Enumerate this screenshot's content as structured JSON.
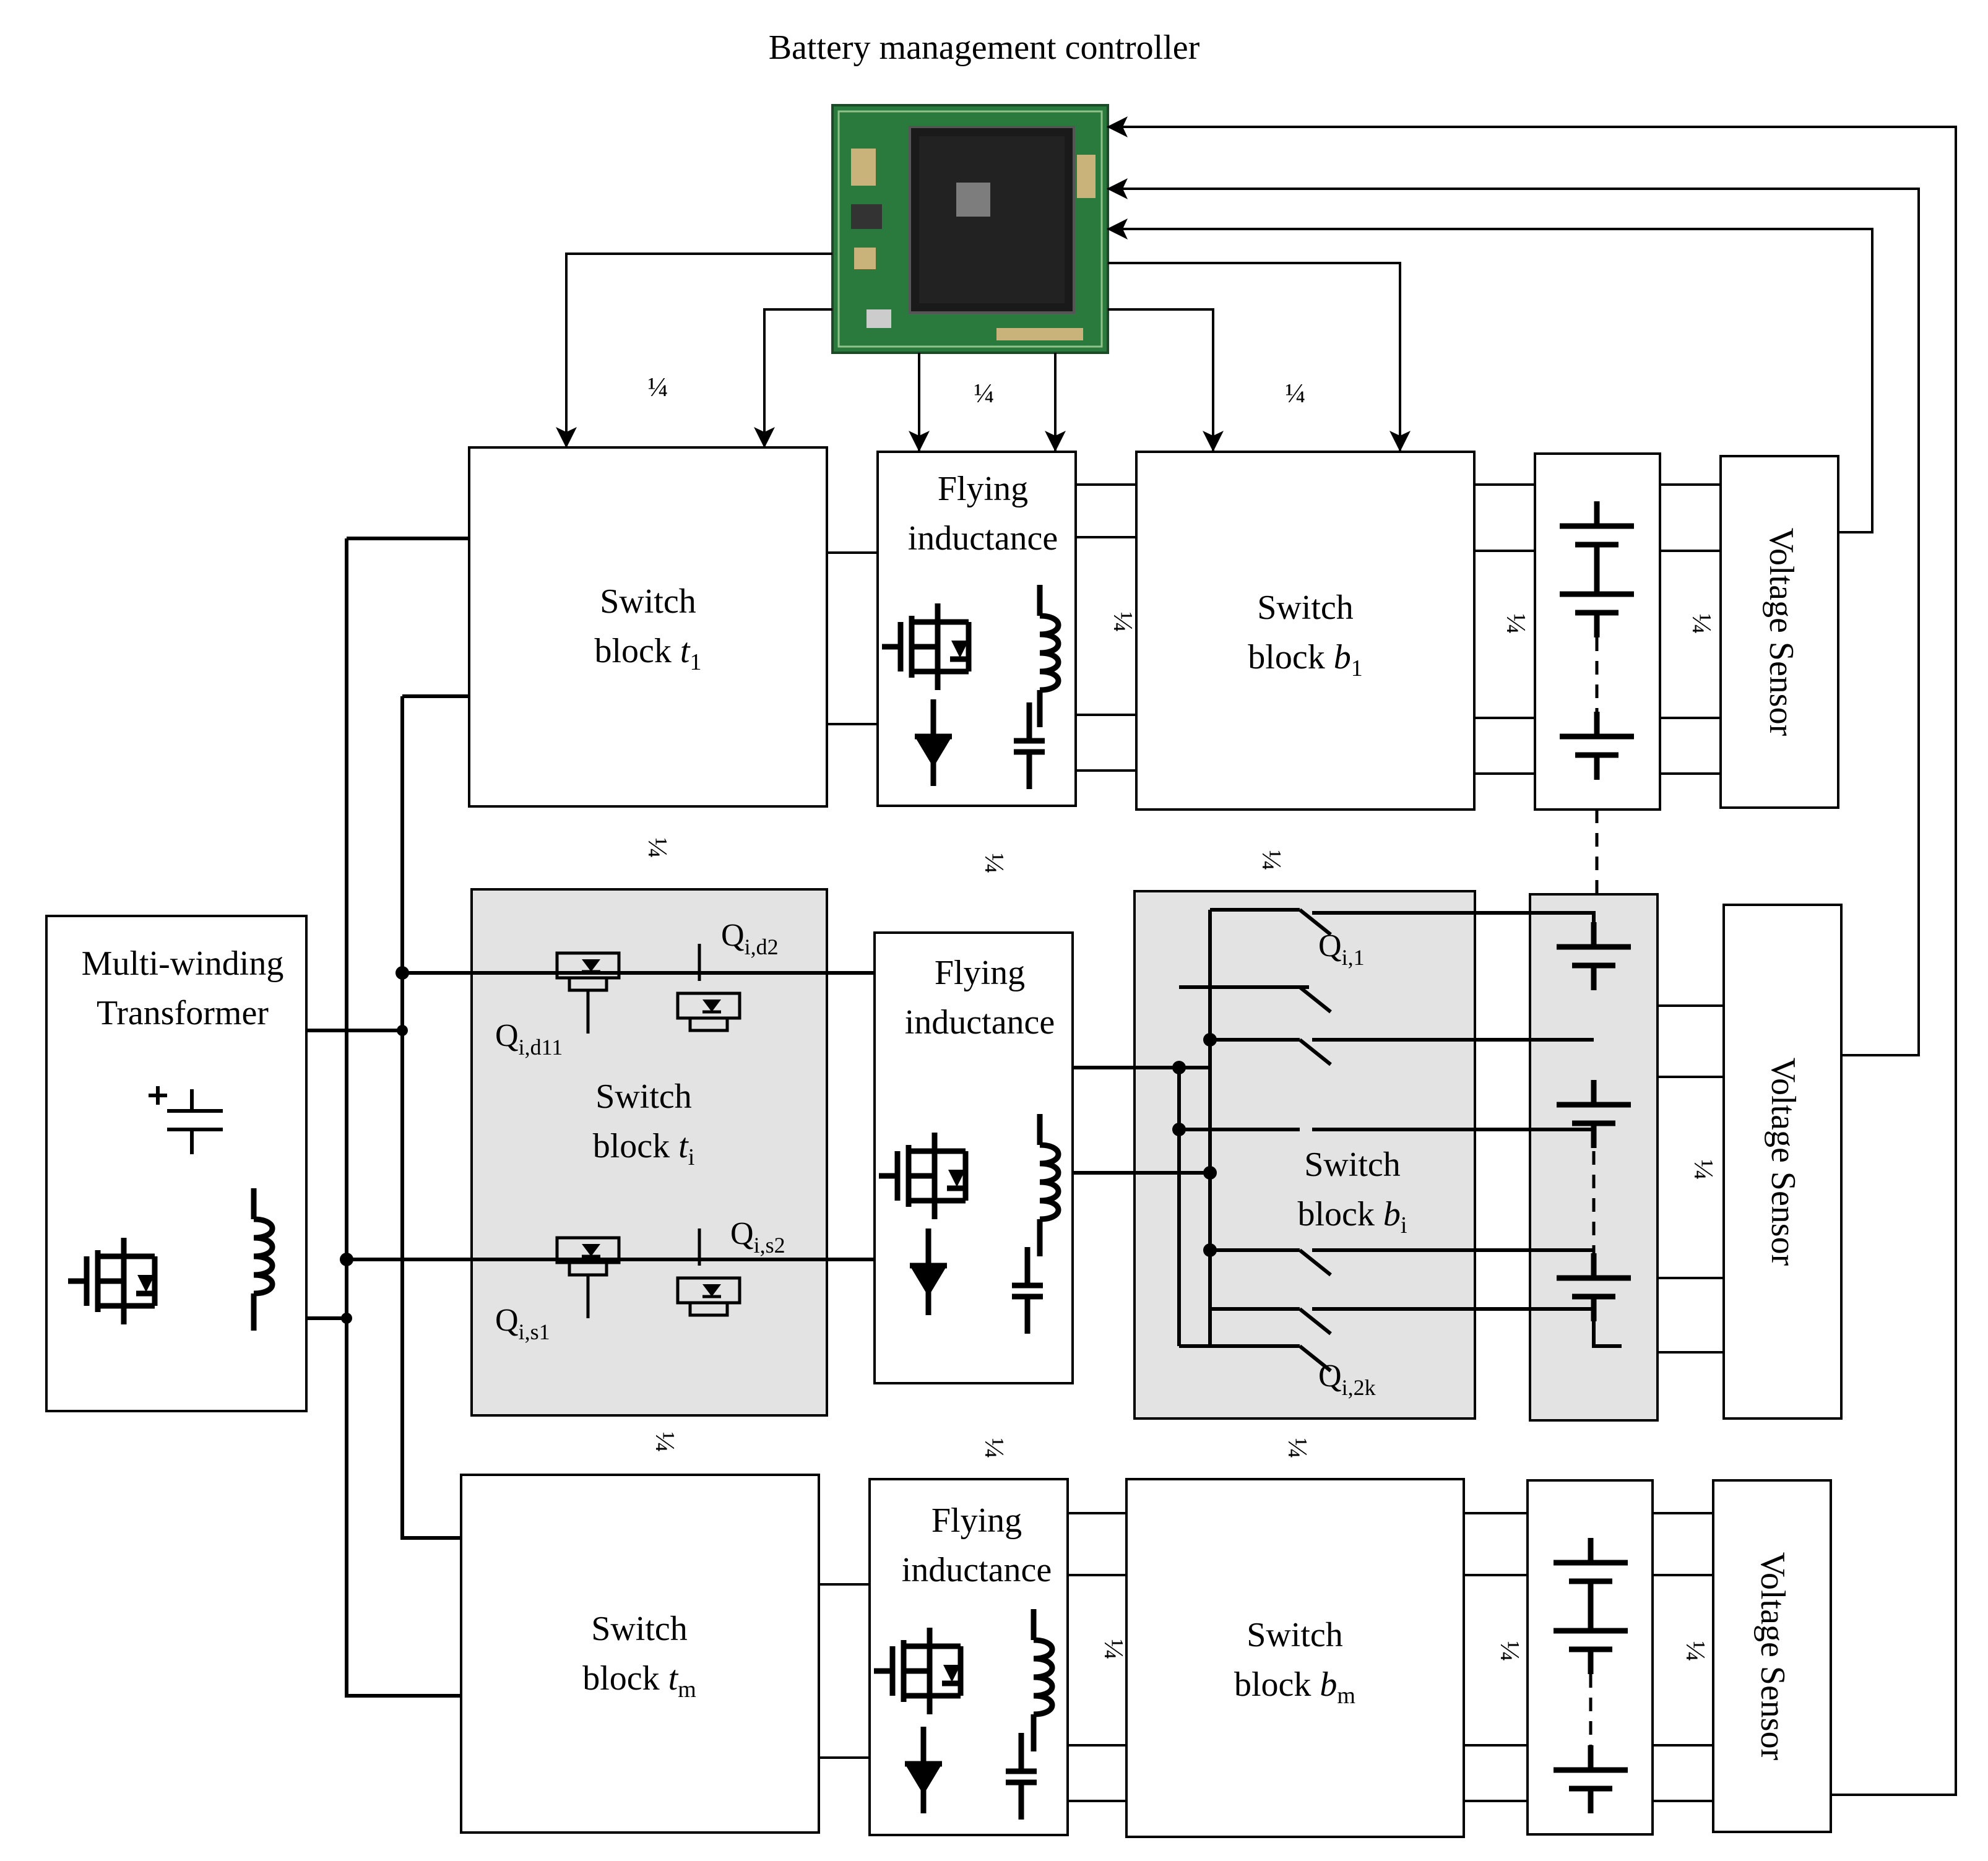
{
  "controller": {
    "title": "Battery management controller"
  },
  "transformer": {
    "line1": "Multi-winding",
    "line2": "Transformer"
  },
  "rows": {
    "top": {
      "switch_t": {
        "line1": "Switch",
        "line2": "block ",
        "var": "t",
        "sub": "1"
      },
      "flying": {
        "line1": "Flying",
        "line2": "inductance"
      },
      "switch_b": {
        "line1": "Switch",
        "line2": "block ",
        "var": "b",
        "sub": "1"
      },
      "sensor": "Voltage Sensor"
    },
    "middle": {
      "switch_t": {
        "line1": "Switch",
        "line2": "block ",
        "var": "t",
        "sub": "i"
      },
      "flying": {
        "line1": "Flying",
        "line2": "inductance"
      },
      "switch_b": {
        "line1": "Switch",
        "line2": "block ",
        "var": "b",
        "sub": "i"
      },
      "sensor": "Voltage Sensor"
    },
    "bottom": {
      "switch_t": {
        "line1": "Switch",
        "line2": "block ",
        "var": "t",
        "sub": "m"
      },
      "flying": {
        "line1": "Flying",
        "line2": "inductance"
      },
      "switch_b": {
        "line1": "Switch",
        "line2": "block ",
        "var": "b",
        "sub": "m"
      },
      "sensor": "Voltage Sensor"
    }
  },
  "switch_labels": {
    "qd11": {
      "main": "Q",
      "sub": "i,d11"
    },
    "qd2": {
      "main": "Q",
      "sub": "i,d2"
    },
    "qs1": {
      "main": "Q",
      "sub": "i,s1"
    },
    "qs2": {
      "main": "Q",
      "sub": "i,s2"
    },
    "q1": {
      "main": "Q",
      "sub": "i,1"
    },
    "q2k": {
      "main": "Q",
      "sub": "i,2k"
    }
  },
  "fraction_mark": "¼"
}
